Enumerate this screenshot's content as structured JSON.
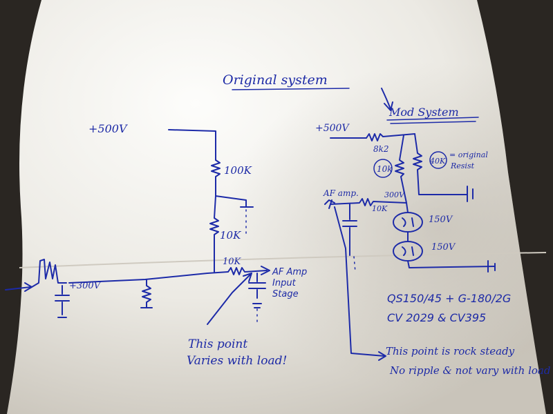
{
  "diagram": {
    "titles": {
      "original": "Original system",
      "mod": "Mod System"
    },
    "original_circuit": {
      "supply": "+500V",
      "r_top": "100K",
      "r_mid": "10K",
      "r_series": "10K",
      "input_voltage": "+300V",
      "af_stage": [
        "AF Amp",
        "Input",
        "Stage"
      ],
      "note": [
        "This point",
        "Varies with load!"
      ]
    },
    "mod_circuit": {
      "supply": "+500V",
      "r_8k": "8k2",
      "r_10k": "10k",
      "r_40k": "40K",
      "r_40k_note": [
        "= original",
        "Resist"
      ],
      "af_amp": "AF amp.",
      "node_voltage": "300V",
      "r_series": "10K",
      "tube1": "150V",
      "tube2": "150V",
      "tube_types": [
        "QS150/45 + G-180/2G",
        "CV 2029 & CV395"
      ],
      "note": [
        "This point is rock steady",
        "No ripple & not vary with load"
      ]
    }
  }
}
